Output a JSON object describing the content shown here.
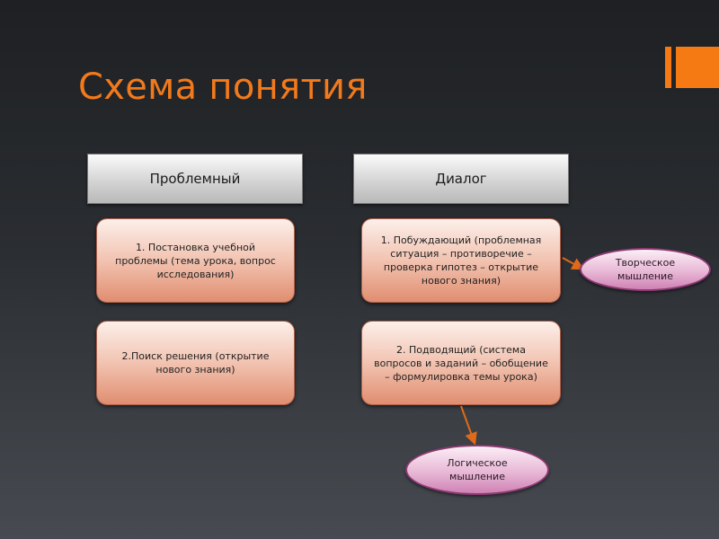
{
  "title": "Схема понятия",
  "colors": {
    "accent": "#f57a14",
    "box_border": "#b3614a",
    "oval_border": "#8e3a74",
    "arrow": "#e06a1a"
  },
  "columns": [
    {
      "header": "Проблемный",
      "items": [
        "1. Постановка учебной проблемы (тема урока, вопрос исследования)",
        "2.Поиск решения (открытие нового знания)"
      ]
    },
    {
      "header": "Диалог",
      "items": [
        "1. Побуждающий (проблемная ситуация – противоречие – проверка гипотез – открытие нового знания)",
        "2. Подводящий (система вопросов и заданий – обобщение – формулировка темы урока)"
      ]
    }
  ],
  "outcomes": {
    "creative": "Творческое мышление",
    "logical": "Логическое мышление"
  }
}
